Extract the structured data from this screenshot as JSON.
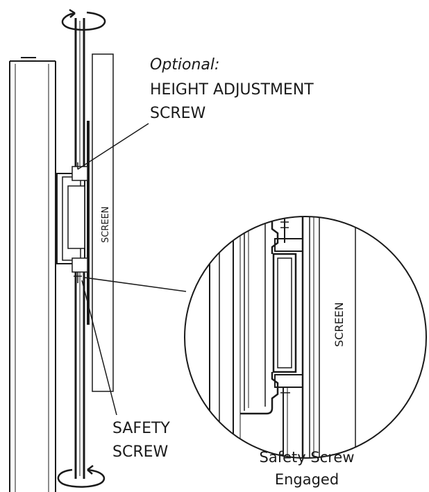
{
  "labels": {
    "optional": "Optional:",
    "height_adjustment_line1": "HEIGHT ADJUSTMENT",
    "height_adjustment_line2": "SCREW",
    "screen_main": "SCREEN",
    "screen_detail": "SCREEN",
    "safety_screw_line1": "SAFETY",
    "safety_screw_line2": "SCREW",
    "engaged_line1": "Safety Screw",
    "engaged_line2": "Engaged"
  },
  "colors": {
    "stroke": "#1a1a1a",
    "background": "#ffffff"
  }
}
